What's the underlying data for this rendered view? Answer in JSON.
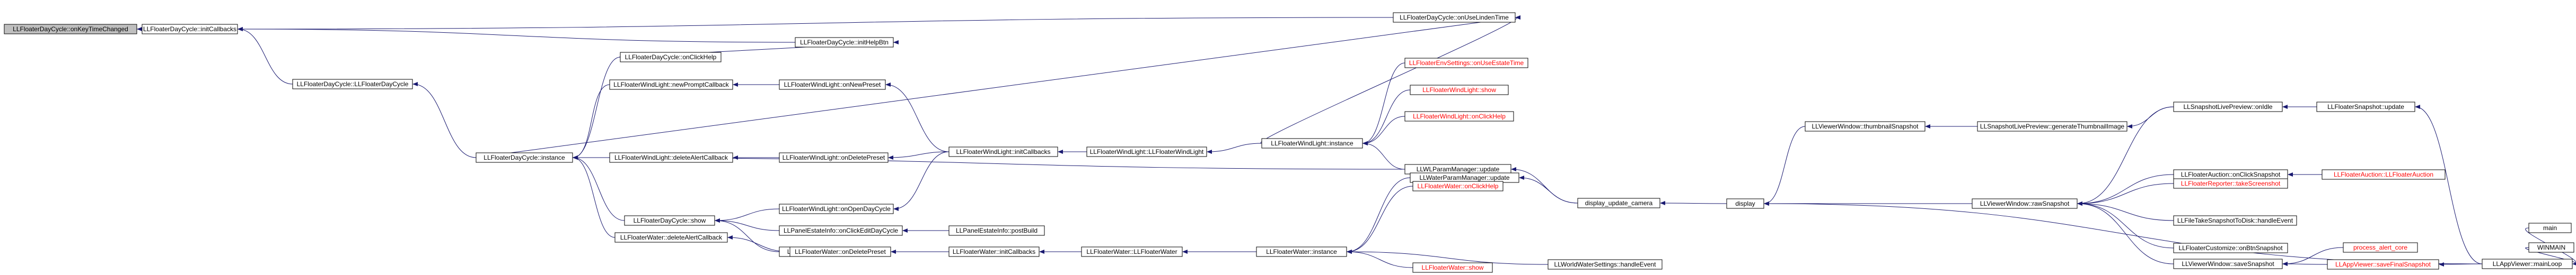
{
  "colors": {
    "edge": "#191970",
    "node_border": "#000000",
    "node_fill": "#ffffff",
    "root_fill": "#bfbfbf",
    "normal_text": "#000000",
    "truncated_text": "#ff0000"
  },
  "nodes": [
    {
      "id": "root",
      "label": "LLFloaterDayCycle::onKeyTimeChanged",
      "kind": "root"
    },
    {
      "id": "initCallbacks_dc",
      "label": "LLFloaterDayCycle::initCallbacks",
      "kind": "normal"
    },
    {
      "id": "ctor_dc",
      "label": "LLFloaterDayCycle::LLFloaterDayCycle",
      "kind": "normal"
    },
    {
      "id": "useLinden",
      "label": "LLFloaterDayCycle::onUseLindenTime",
      "kind": "normal"
    },
    {
      "id": "initHelpBtn",
      "label": "LLFloaterDayCycle::initHelpBtn",
      "kind": "normal"
    },
    {
      "id": "instance_dc",
      "label": "LLFloaterDayCycle::instance",
      "kind": "normal"
    },
    {
      "id": "onClickHelp_dc",
      "label": "LLFloaterDayCycle::onClickHelp",
      "kind": "normal"
    },
    {
      "id": "newPrompt",
      "label": "LLFloaterWindLight::newPromptCallback",
      "kind": "normal"
    },
    {
      "id": "deleteAlert_wl",
      "label": "LLFloaterWindLight::deleteAlertCallback",
      "kind": "normal"
    },
    {
      "id": "show_dc",
      "label": "LLFloaterDayCycle::show",
      "kind": "normal"
    },
    {
      "id": "deleteAlert_fw",
      "label": "LLFloaterWater::deleteAlertCallback",
      "kind": "normal"
    },
    {
      "id": "onNewPreset",
      "label": "LLFloaterWindLight::onNewPreset",
      "kind": "normal"
    },
    {
      "id": "onDeletePreset_wl",
      "label": "LLFloaterWindLight::onDeletePreset",
      "kind": "normal"
    },
    {
      "id": "onOpenDayCycle",
      "label": "LLFloaterWindLight::onOpenDayCycle",
      "kind": "normal"
    },
    {
      "id": "onClickEditDC",
      "label": "LLPanelEstateInfo::onClickEditDayCycle",
      "kind": "normal"
    },
    {
      "id": "handleEvent_dc",
      "label": "LLWorldDayCycle::handleEvent",
      "kind": "normal"
    },
    {
      "id": "onDeletePreset_fw",
      "label": "LLFloaterWater::onDeletePreset",
      "kind": "normal"
    },
    {
      "id": "initCallbacks_wl",
      "label": "LLFloaterWindLight::initCallbacks",
      "kind": "normal"
    },
    {
      "id": "postBuild",
      "label": "LLPanelEstateInfo::postBuild",
      "kind": "normal"
    },
    {
      "id": "initCallbacks_fw",
      "label": "LLFloaterWater::initCallbacks",
      "kind": "normal"
    },
    {
      "id": "ctor_wl",
      "label": "LLFloaterWindLight::LLFloaterWindLight",
      "kind": "normal"
    },
    {
      "id": "ctor_fw",
      "label": "LLFloaterWater::LLFloaterWater",
      "kind": "normal"
    },
    {
      "id": "instance_wl",
      "label": "LLFloaterWindLight::instance",
      "kind": "normal"
    },
    {
      "id": "envSettings",
      "label": "LLFloaterEnvSettings::onUseEstateTime",
      "kind": "truncated"
    },
    {
      "id": "show_wl",
      "label": "LLFloaterWindLight::show",
      "kind": "truncated"
    },
    {
      "id": "onClickHelp_wl",
      "label": "LLFloaterWindLight::onClickHelp",
      "kind": "truncated"
    },
    {
      "id": "wlparam_update",
      "label": "LLWLParamManager::update",
      "kind": "normal"
    },
    {
      "id": "instance_fw",
      "label": "LLFloaterWater::instance",
      "kind": "normal"
    },
    {
      "id": "waterparam_update",
      "label": "LLWaterParamManager::update",
      "kind": "normal"
    },
    {
      "id": "onClickHelp_fw",
      "label": "LLFloaterWater::onClickHelp",
      "kind": "truncated"
    },
    {
      "id": "show_fw",
      "label": "LLFloaterWater::show",
      "kind": "truncated"
    },
    {
      "id": "waterSettings_he",
      "label": "LLWorldWaterSettings::handleEvent",
      "kind": "normal"
    },
    {
      "id": "disp_update_cam",
      "label": "display_update_camera",
      "kind": "normal"
    },
    {
      "id": "display",
      "label": "display",
      "kind": "normal"
    },
    {
      "id": "thumbSnap",
      "label": "LLViewerWindow::thumbnailSnapshot",
      "kind": "normal"
    },
    {
      "id": "rawSnap",
      "label": "LLViewerWindow::rawSnapshot",
      "kind": "normal"
    },
    {
      "id": "genThumb",
      "label": "LLSnapshotLivePreview::generateThumbnailImage",
      "kind": "normal"
    },
    {
      "id": "onIdle",
      "label": "LLSnapshotLivePreview::onIdle",
      "kind": "normal"
    },
    {
      "id": "onClickSnapshot",
      "label": "LLFloaterAuction::onClickSnapshot",
      "kind": "normal"
    },
    {
      "id": "takeScreenshot",
      "label": "LLFloaterReporter::takeScreenshot",
      "kind": "truncated"
    },
    {
      "id": "fileTake",
      "label": "LLFileTakeSnapshotToDisk::handleEvent",
      "kind": "normal"
    },
    {
      "id": "onBtnSnap",
      "label": "LLFloaterCustomize::onBtnSnapshot",
      "kind": "normal"
    },
    {
      "id": "saveSnap",
      "label": "LLViewerWindow::saveSnapshot",
      "kind": "normal"
    },
    {
      "id": "snapUpdate",
      "label": "LLFloaterSnapshot::update",
      "kind": "normal"
    },
    {
      "id": "auctionCtor",
      "label": "LLFloaterAuction::LLFloaterAuction",
      "kind": "truncated"
    },
    {
      "id": "alertCore",
      "label": "process_alert_core",
      "kind": "truncated"
    },
    {
      "id": "saveFinal",
      "label": "LLAppViewer::saveFinalSnapshot",
      "kind": "truncated"
    },
    {
      "id": "mainLoop",
      "label": "LLAppViewer::mainLoop",
      "kind": "normal"
    },
    {
      "id": "main",
      "label": "main",
      "kind": "normal"
    },
    {
      "id": "winmain",
      "label": "WINMAIN",
      "kind": "normal"
    }
  ],
  "edges": [
    [
      "initCallbacks_dc",
      "root"
    ],
    [
      "ctor_dc",
      "initCallbacks_dc"
    ],
    [
      "useLinden",
      "initCallbacks_dc"
    ],
    [
      "initHelpBtn",
      "initCallbacks_dc"
    ],
    [
      "instance_dc",
      "ctor_dc"
    ],
    [
      "instance_dc",
      "useLinden"
    ],
    [
      "onClickHelp_dc",
      "instance_dc"
    ],
    [
      "newPrompt",
      "instance_dc"
    ],
    [
      "deleteAlert_wl",
      "instance_dc"
    ],
    [
      "show_dc",
      "instance_dc"
    ],
    [
      "deleteAlert_fw",
      "instance_dc"
    ],
    [
      "wlparam_update",
      "instance_dc"
    ],
    [
      "onClickHelp_dc",
      "initHelpBtn"
    ],
    [
      "onNewPreset",
      "newPrompt"
    ],
    [
      "onDeletePreset_wl",
      "deleteAlert_wl"
    ],
    [
      "onOpenDayCycle",
      "show_dc"
    ],
    [
      "onClickEditDC",
      "show_dc"
    ],
    [
      "handleEvent_dc",
      "show_dc"
    ],
    [
      "onDeletePreset_fw",
      "deleteAlert_fw"
    ],
    [
      "initCallbacks_wl",
      "onNewPreset"
    ],
    [
      "initCallbacks_wl",
      "onDeletePreset_wl"
    ],
    [
      "initCallbacks_wl",
      "onOpenDayCycle"
    ],
    [
      "postBuild",
      "onClickEditDC"
    ],
    [
      "initCallbacks_fw",
      "onDeletePreset_fw"
    ],
    [
      "ctor_wl",
      "initCallbacks_wl"
    ],
    [
      "ctor_fw",
      "initCallbacks_fw"
    ],
    [
      "instance_wl",
      "ctor_wl"
    ],
    [
      "instance_wl",
      "useLinden"
    ],
    [
      "envSettings",
      "instance_wl"
    ],
    [
      "show_wl",
      "instance_wl"
    ],
    [
      "onClickHelp_wl",
      "instance_wl"
    ],
    [
      "wlparam_update",
      "instance_wl"
    ],
    [
      "instance_fw",
      "ctor_fw"
    ],
    [
      "waterparam_update",
      "instance_fw"
    ],
    [
      "onClickHelp_fw",
      "instance_fw"
    ],
    [
      "show_fw",
      "instance_fw"
    ],
    [
      "waterSettings_he",
      "instance_fw"
    ],
    [
      "disp_update_cam",
      "wlparam_update"
    ],
    [
      "disp_update_cam",
      "waterparam_update"
    ],
    [
      "display",
      "disp_update_cam"
    ],
    [
      "thumbSnap",
      "display"
    ],
    [
      "rawSnap",
      "display"
    ],
    [
      "mainLoop",
      "display"
    ],
    [
      "genThumb",
      "thumbSnap"
    ],
    [
      "onIdle",
      "genThumb"
    ],
    [
      "onIdle",
      "rawSnap"
    ],
    [
      "onClickSnapshot",
      "rawSnap"
    ],
    [
      "takeScreenshot",
      "rawSnap"
    ],
    [
      "fileTake",
      "rawSnap"
    ],
    [
      "onBtnSnap",
      "rawSnap"
    ],
    [
      "saveSnap",
      "rawSnap"
    ],
    [
      "snapUpdate",
      "onIdle"
    ],
    [
      "auctionCtor",
      "onClickSnapshot"
    ],
    [
      "alertCore",
      "saveSnap"
    ],
    [
      "saveFinal",
      "saveSnap"
    ],
    [
      "mainLoop",
      "snapUpdate"
    ],
    [
      "mainLoop",
      "saveFinal"
    ],
    [
      "main",
      "mainLoop"
    ],
    [
      "winmain",
      "mainLoop"
    ]
  ]
}
